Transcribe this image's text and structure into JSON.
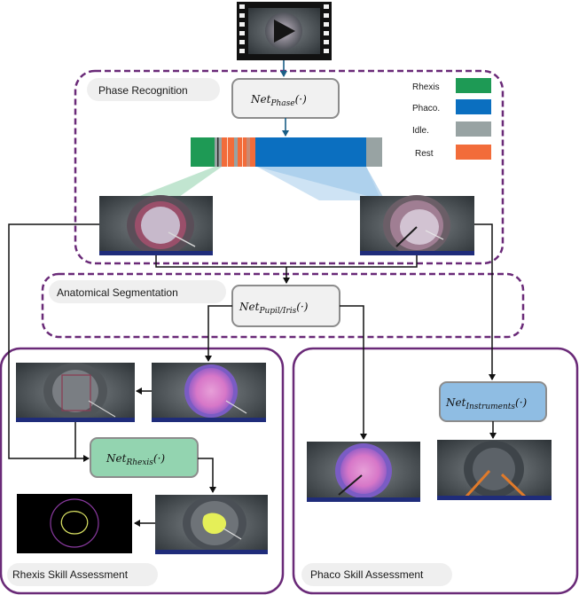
{
  "sections": {
    "phase": "Phase Recognition",
    "anat": "Anatomical  Segmentation",
    "rhexis_skill": "Rhexis Skill Assessment",
    "phaco_skill": "Phaco Skill Assessment"
  },
  "nets": {
    "phase": {
      "base": "Net",
      "sub": "Phase",
      "arg": "(·)"
    },
    "pupil": {
      "base": "Net",
      "sub": "Pupil/Iris",
      "arg": "(·)"
    },
    "instr": {
      "base": "Net",
      "sub": "Instruments",
      "arg": "(·)"
    },
    "rhexis": {
      "base": "Net",
      "sub": "Rhexis",
      "arg": "(·)"
    }
  },
  "legend": [
    {
      "label": "Rhexis",
      "color": "#1e9a55"
    },
    {
      "label": "Phaco.",
      "color": "#0b6fc0"
    },
    {
      "label": "Idle.",
      "color": "#98a3a3"
    },
    {
      "label": "Rest",
      "color": "#f26c3a"
    }
  ],
  "colors": {
    "section_border": "#6a2a78",
    "arrow": "#1a5e86",
    "phase_box": "#f1f1f1",
    "instr_box": "#8fbde3",
    "rhexis_box": "#93d4b0"
  }
}
